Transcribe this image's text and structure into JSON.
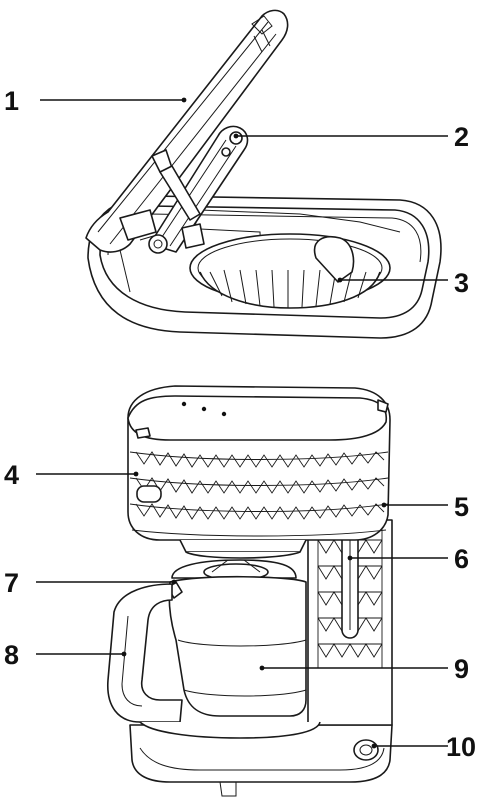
{
  "callouts": [
    {
      "id": "lid",
      "label": "1"
    },
    {
      "id": "filter-holder-arm",
      "label": "2"
    },
    {
      "id": "filter-basket",
      "label": "3"
    },
    {
      "id": "power-switch",
      "label": "4"
    },
    {
      "id": "water-tank",
      "label": "5"
    },
    {
      "id": "water-level-window",
      "label": "6"
    },
    {
      "id": "drip-stop-valve",
      "label": "7"
    },
    {
      "id": "carafe-handle",
      "label": "8"
    },
    {
      "id": "glass-carafe",
      "label": "9"
    },
    {
      "id": "cord-outlet",
      "label": "10"
    }
  ],
  "colors": {
    "line": "#1a1a1a",
    "background": "#ffffff"
  }
}
